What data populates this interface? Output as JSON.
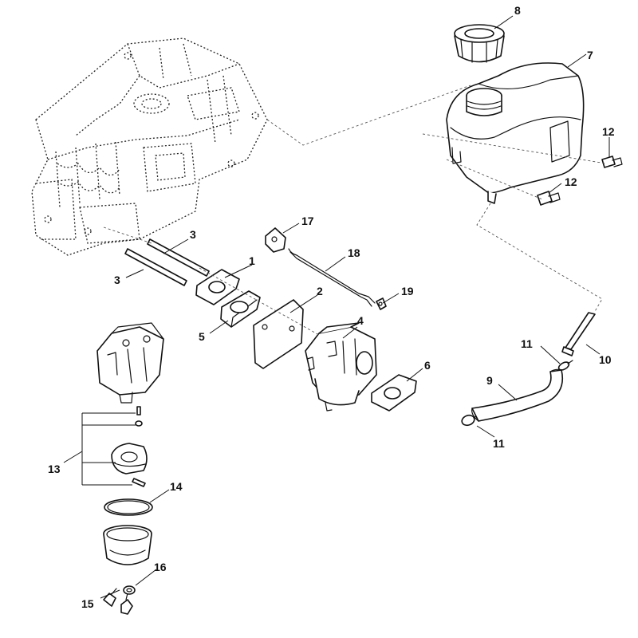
{
  "callouts": [
    {
      "id": "c1",
      "label": "1"
    },
    {
      "id": "c2",
      "label": "2"
    },
    {
      "id": "c3a",
      "label": "3"
    },
    {
      "id": "c3b",
      "label": "3"
    },
    {
      "id": "c4",
      "label": "4"
    },
    {
      "id": "c5",
      "label": "5"
    },
    {
      "id": "c6",
      "label": "6"
    },
    {
      "id": "c7",
      "label": "7"
    },
    {
      "id": "c8",
      "label": "8"
    },
    {
      "id": "c9",
      "label": "9"
    },
    {
      "id": "c10",
      "label": "10"
    },
    {
      "id": "c11a",
      "label": "11"
    },
    {
      "id": "c11b",
      "label": "11"
    },
    {
      "id": "c12a",
      "label": "12"
    },
    {
      "id": "c12b",
      "label": "12"
    },
    {
      "id": "c13",
      "label": "13"
    },
    {
      "id": "c14",
      "label": "14"
    },
    {
      "id": "c15",
      "label": "15"
    },
    {
      "id": "c16",
      "label": "16"
    },
    {
      "id": "c17",
      "label": "17"
    },
    {
      "id": "c18",
      "label": "18"
    },
    {
      "id": "c19",
      "label": "19"
    }
  ]
}
